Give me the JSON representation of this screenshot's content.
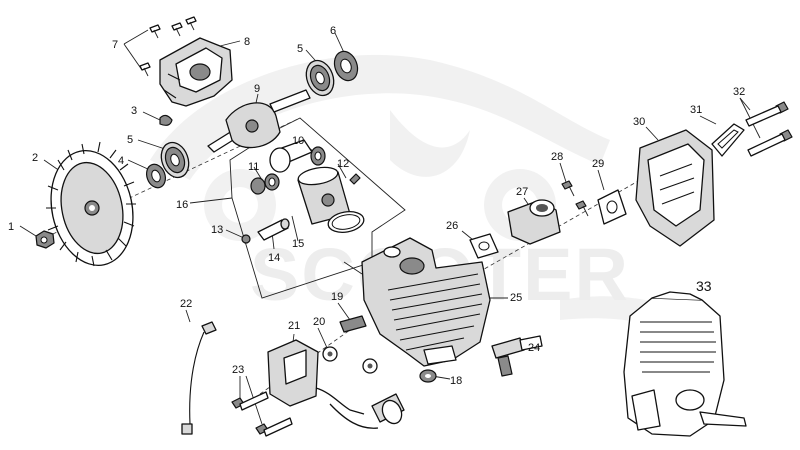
{
  "watermark": {
    "text": "SCOOTER",
    "color": "#ededed"
  },
  "callouts": {
    "c1": "1",
    "c2": "2",
    "c3": "3",
    "c4": "4",
    "c5a": "5",
    "c5b": "5",
    "c6": "6",
    "c7": "7",
    "c8": "8",
    "c9": "9",
    "c10": "10",
    "c11": "11",
    "c12": "12",
    "c13": "13",
    "c14": "14",
    "c15": "15",
    "c16": "16",
    "c18": "18",
    "c19": "19",
    "c20": "20",
    "c21": "21",
    "c22": "22",
    "c23": "23",
    "c24": "24",
    "c25": "25",
    "c26": "26",
    "c27": "27",
    "c28": "28",
    "c29": "29",
    "c30": "30",
    "c31": "31",
    "c32": "32",
    "c33": "33"
  }
}
